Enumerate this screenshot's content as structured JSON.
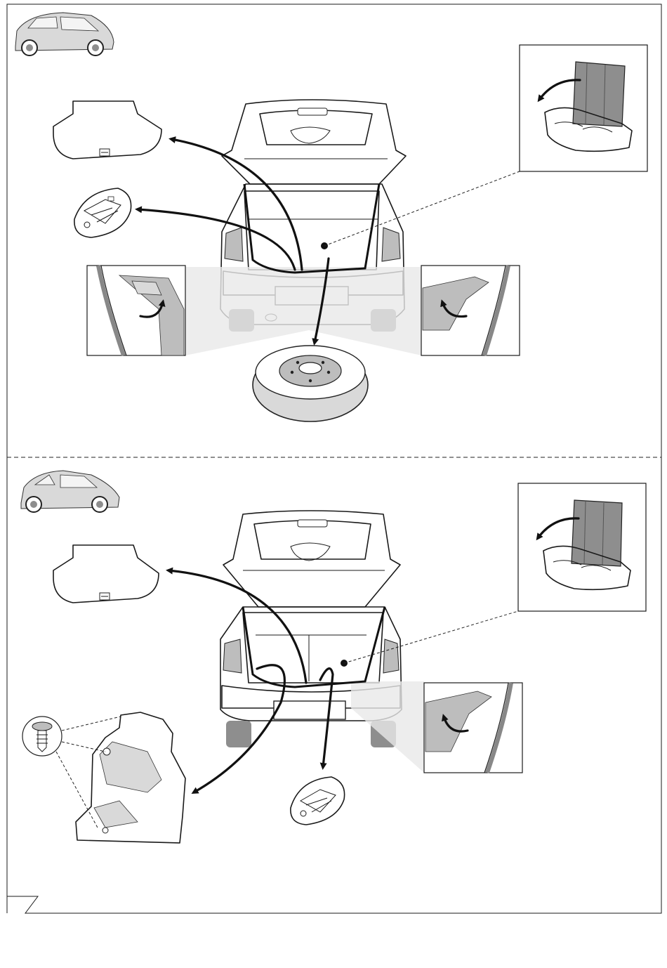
{
  "figure": {
    "sections": [
      {
        "id": "top",
        "vehicle_variant_arrow": "➔",
        "components": [
          "parcel-shelf",
          "spare-wheel-tool-tray",
          "spare-wheel",
          "rear-seat-fold"
        ]
      },
      {
        "id": "bottom",
        "vehicle_variant_arrow": "➔",
        "components": [
          "parcel-shelf",
          "spare-wheel-tool-tray",
          "side-trim-panel",
          "trim-clip",
          "rear-seat-fold"
        ]
      }
    ]
  },
  "icons": {
    "arrow": "right-arrow-icon",
    "rotate": "rotate-arrow-icon"
  },
  "colors": {
    "line": "#1a1a1a",
    "shade": "#bdbdbd",
    "dark_shade": "#8e8e8e"
  }
}
